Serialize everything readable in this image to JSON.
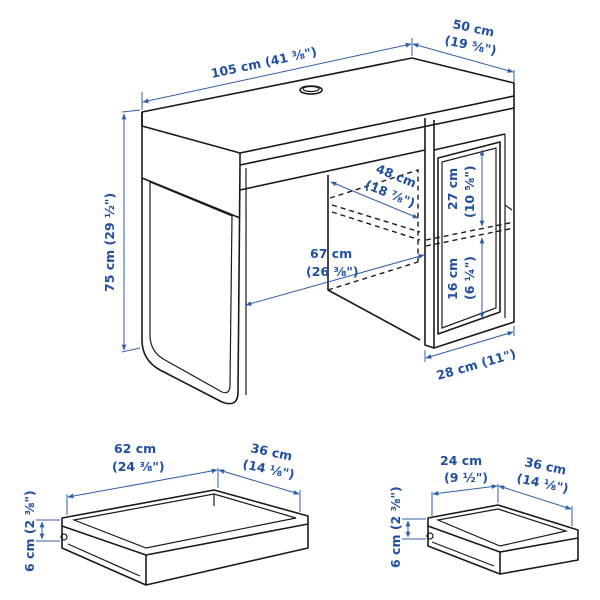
{
  "diagram": {
    "subject": "Desk with drawers — dimension drawing",
    "colors": {
      "dimension": "#1f4f9e",
      "line": "#1a1a1a",
      "background": "#ffffff"
    },
    "desk": {
      "width": {
        "metric": "105 cm",
        "imperial": "(41 ⅜\")"
      },
      "depth": {
        "metric": "50 cm",
        "imperial": "(19 ⅝\")"
      },
      "height": {
        "metric": "75 cm (29 ½\")"
      },
      "knee_depth": {
        "metric": "48 cm",
        "imperial": "(18 ⅞\")"
      },
      "knee_width": {
        "metric": "67 cm",
        "imperial": "(26 ⅜\")"
      },
      "upper_compartment": {
        "metric": "27 cm",
        "imperial": "(10 ⅝\")"
      },
      "lower_compartment": {
        "metric": "16 cm",
        "imperial": "(6 ¼\")"
      },
      "cabinet_width": {
        "metric": "28 cm (11\")"
      }
    },
    "large_drawer": {
      "width": {
        "metric": "62 cm",
        "imperial": "(24 ⅜\")"
      },
      "depth": {
        "metric": "36 cm",
        "imperial": "(14 ⅛\")"
      },
      "height": {
        "metric": "6 cm (2 ⅜\")"
      }
    },
    "small_drawer": {
      "width": {
        "metric": "24 cm",
        "imperial": "(9 ½\")"
      },
      "depth": {
        "metric": "36 cm",
        "imperial": "(14 ⅛\")"
      },
      "height": {
        "metric": "6 cm (2 ⅜\")"
      }
    }
  }
}
